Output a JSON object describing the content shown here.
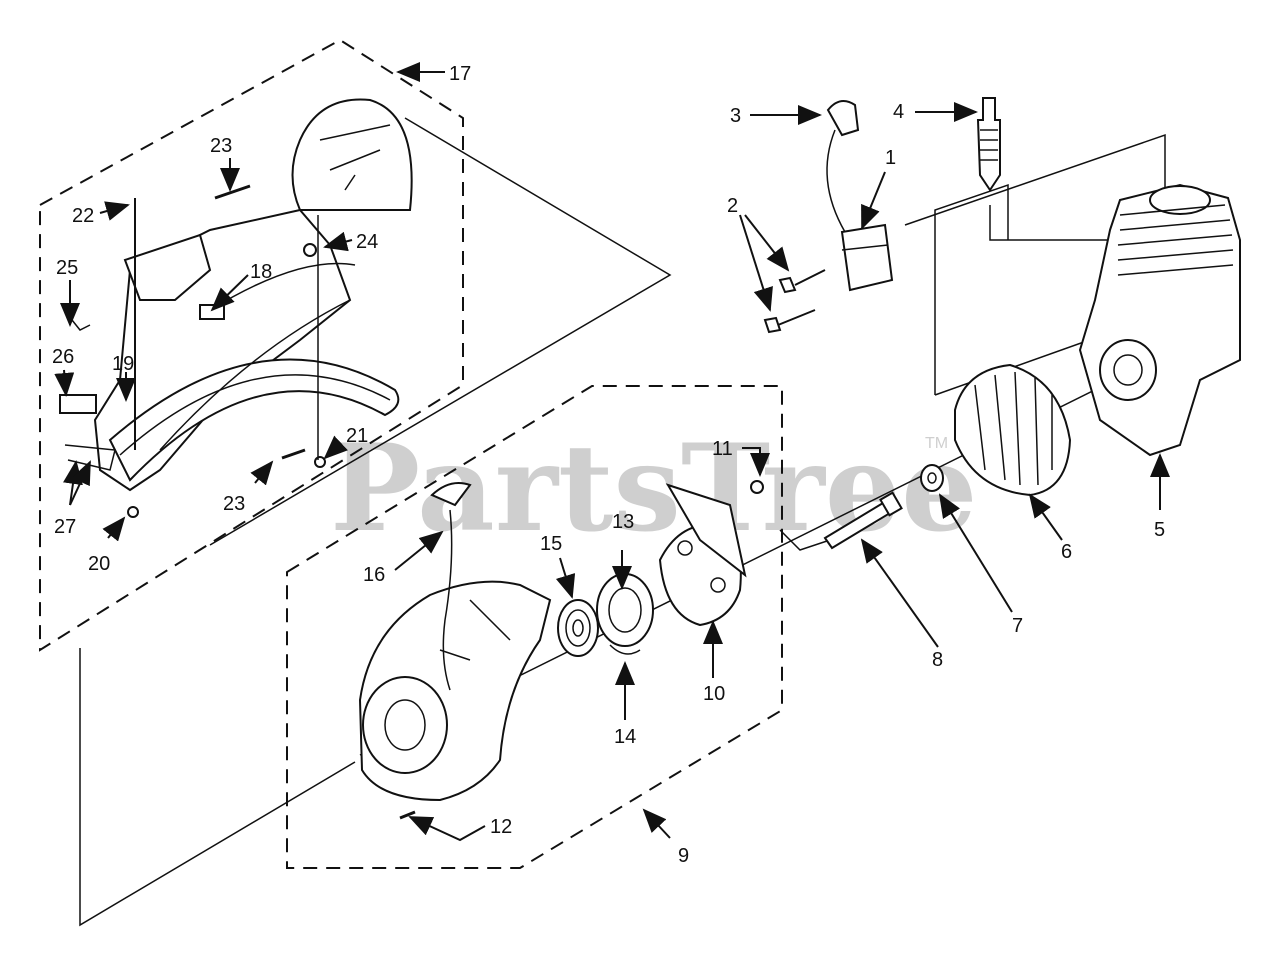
{
  "diagram": {
    "watermark": "PartsTree",
    "watermark_tm": "TM",
    "callouts": [
      "1",
      "2",
      "3",
      "4",
      "5",
      "6",
      "7",
      "8",
      "9",
      "10",
      "11",
      "12",
      "13",
      "14",
      "15",
      "16",
      "17",
      "18",
      "19",
      "20",
      "21",
      "22",
      "23",
      "23",
      "24",
      "25",
      "26",
      "27"
    ]
  }
}
